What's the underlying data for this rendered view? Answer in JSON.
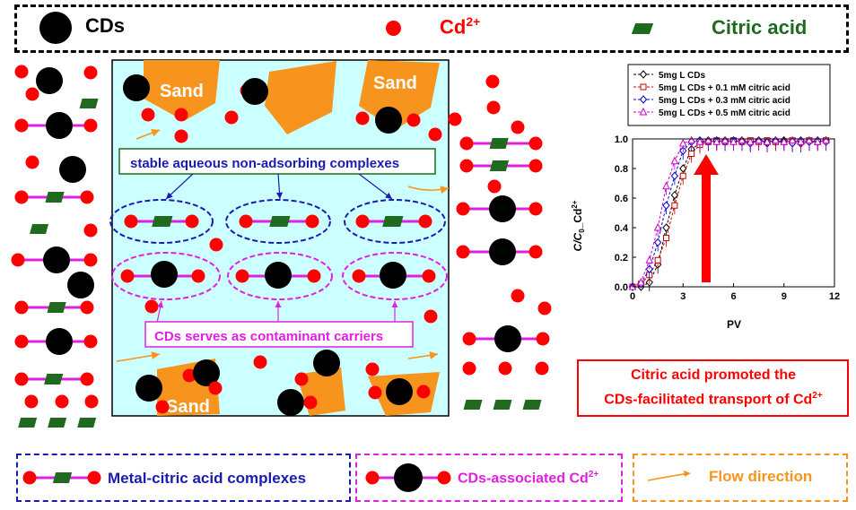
{
  "legend_top": {
    "cds": "CDs",
    "cd_ion": "Cd",
    "cd_ion_charge": "2+",
    "citric": "Citric acid"
  },
  "column": {
    "sand_label": "Sand",
    "stable_label": "stable aqueous non-adsorbing complexes",
    "carrier_label": "CDs serves as  contaminant carriers"
  },
  "conclusion": {
    "line1": "Citric acid promoted the",
    "line2": "CDs-facilitated transport of Cd",
    "line2_sup": "2+"
  },
  "legend_bottom": {
    "complex": "Metal-citric acid complexes",
    "cds_assoc": "CDs-associated  Cd",
    "cds_assoc_sup": "2+",
    "flow": "Flow direction"
  },
  "colors": {
    "cd": "#ff0000",
    "cds": "#000000",
    "citric": "#1f6a1f",
    "bond": "#e020e0",
    "sand": "#f7941d",
    "water": "#ccffff",
    "complex_ring": "#1b1bb0",
    "carrier_ring": "#e020e0",
    "flow": "#f7941d"
  },
  "chart_data": {
    "type": "line",
    "xlabel": "PV",
    "ylabel": "C/C",
    "ylabel_sub": "0",
    "ylabel_suffix": "_Cd",
    "ylabel_sup": "2+",
    "xlim": [
      0,
      12
    ],
    "ylim": [
      0,
      1.0
    ],
    "xticks": [
      "0",
      "3",
      "6",
      "9",
      "12"
    ],
    "yticks": [
      "0.0",
      "0.2",
      "0.4",
      "0.6",
      "0.8",
      "1.0"
    ],
    "series": [
      {
        "name": "5mg L CDs",
        "color": "#000000",
        "marker": "diamond",
        "x": [
          0,
          0.5,
          1.0,
          1.5,
          2.0,
          2.5,
          3.0,
          3.5,
          4.0,
          4.5,
          5.0,
          5.5,
          6.0,
          6.5,
          7.0,
          7.5,
          8.0,
          8.5,
          9.0,
          9.5,
          10.0,
          10.5,
          11.0,
          11.5
        ],
        "y": [
          0,
          0,
          0.03,
          0.15,
          0.4,
          0.62,
          0.8,
          0.93,
          0.97,
          0.99,
          0.98,
          0.99,
          0.98,
          0.99,
          0.98,
          0.99,
          0.97,
          0.98,
          0.99,
          0.98,
          0.97,
          0.98,
          0.98,
          0.99
        ]
      },
      {
        "name": "5mg L CDs + 0.1 mM citric acid",
        "color": "#cc0000",
        "marker": "square",
        "x": [
          0,
          0.5,
          1.0,
          1.5,
          2.0,
          2.5,
          3.0,
          3.5,
          4.0,
          4.5,
          5.0,
          5.5,
          6.0,
          6.5,
          7.0,
          7.5,
          8.0,
          8.5,
          9.0,
          9.5,
          10.0,
          10.5,
          11.0,
          11.5
        ],
        "y": [
          0,
          0.02,
          0.08,
          0.18,
          0.33,
          0.55,
          0.75,
          0.9,
          0.96,
          0.98,
          0.99,
          0.98,
          0.99,
          0.98,
          0.99,
          0.98,
          0.99,
          0.98,
          0.98,
          0.99,
          0.98,
          0.99,
          0.98,
          0.99
        ]
      },
      {
        "name": "5mg L CDs + 0.3 mM citric acid",
        "color": "#0000cc",
        "marker": "diamond",
        "x": [
          0,
          0.5,
          1.0,
          1.5,
          2.0,
          2.5,
          3.0,
          3.5,
          4.0,
          4.5,
          5.0,
          5.5,
          6.0,
          6.5,
          7.0,
          7.5,
          8.0,
          8.5,
          9.0,
          9.5,
          10.0,
          10.5,
          11.0,
          11.5
        ],
        "y": [
          0,
          0.02,
          0.12,
          0.3,
          0.55,
          0.75,
          0.92,
          0.98,
          0.99,
          0.98,
          0.99,
          0.98,
          0.99,
          0.98,
          0.97,
          0.99,
          0.98,
          0.99,
          0.98,
          0.97,
          0.99,
          0.98,
          0.99,
          0.98
        ]
      },
      {
        "name": "5mg L CDs + 0.5 mM citric acid",
        "color": "#cc00cc",
        "marker": "triangle",
        "x": [
          0,
          0.5,
          1.0,
          1.5,
          2.0,
          2.5,
          3.0,
          3.5,
          4.0,
          4.5,
          5.0,
          5.5,
          6.0,
          6.5,
          7.0,
          7.5,
          8.0,
          8.5,
          9.0,
          9.5,
          10.0,
          10.5,
          11.0,
          11.5
        ],
        "y": [
          0,
          0.03,
          0.18,
          0.4,
          0.68,
          0.85,
          0.97,
          0.99,
          0.98,
          0.99,
          0.98,
          0.99,
          0.98,
          0.99,
          0.98,
          0.99,
          0.98,
          0.99,
          0.98,
          0.99,
          0.98,
          0.99,
          0.98,
          0.99
        ]
      }
    ]
  }
}
